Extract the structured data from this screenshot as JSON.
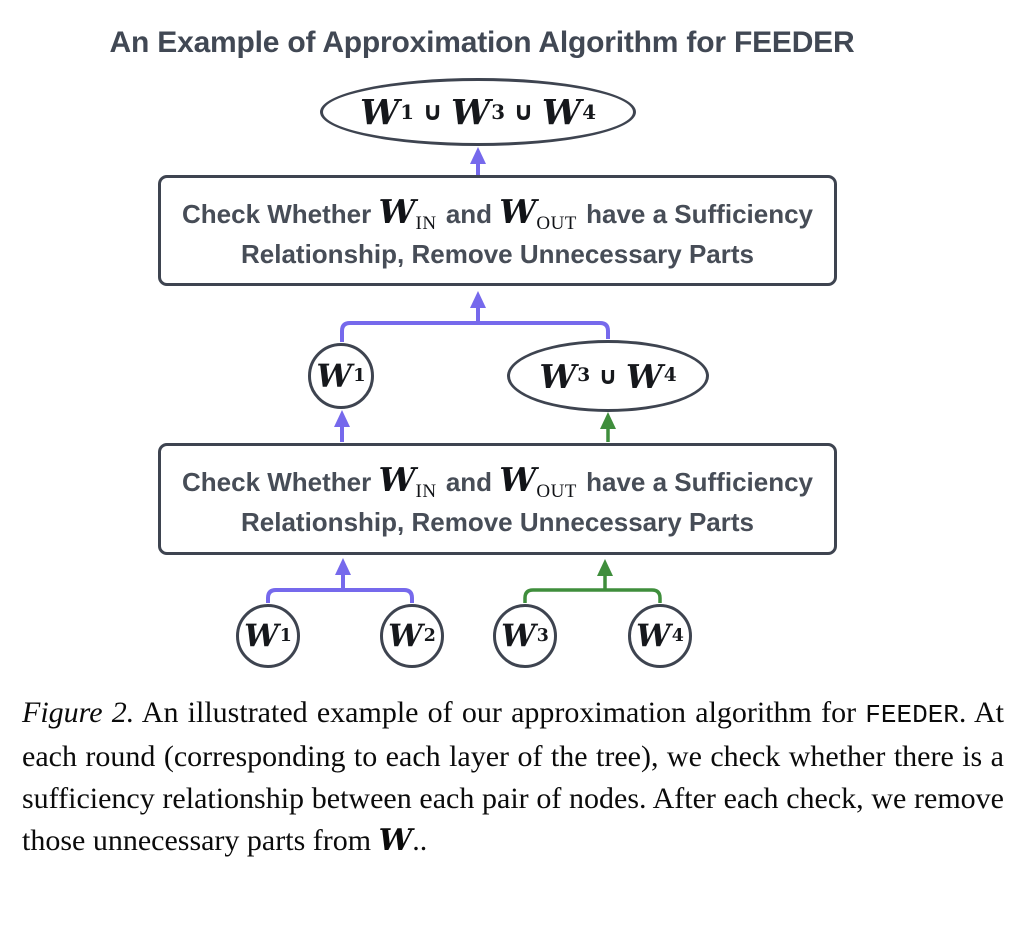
{
  "title": "An Example of Approximation Algorithm for FEEDER",
  "colors": {
    "purple": "#7669ec",
    "green": "#3f8e3c",
    "outline": "#3e4450",
    "title": "#414854",
    "box_text": "#474d57",
    "caption": "#0b0b0b"
  },
  "nodes": {
    "root": {
      "segments": [
        {
          "w": "W",
          "sub": "1"
        },
        {
          "sep": "∪"
        },
        {
          "w": "W",
          "sub": "3"
        },
        {
          "sep": "∪"
        },
        {
          "w": "W",
          "sub": "4"
        }
      ]
    },
    "mid_left": {
      "segments": [
        {
          "w": "W",
          "sub": "1"
        }
      ]
    },
    "mid_right": {
      "segments": [
        {
          "w": "W",
          "sub": "3"
        },
        {
          "sep": "∪"
        },
        {
          "w": "W",
          "sub": "4"
        }
      ]
    },
    "leaf_1": {
      "segments": [
        {
          "w": "W",
          "sub": "1"
        }
      ]
    },
    "leaf_2": {
      "segments": [
        {
          "w": "W",
          "sub": "2"
        }
      ]
    },
    "leaf_3": {
      "segments": [
        {
          "w": "W",
          "sub": "3"
        }
      ]
    },
    "leaf_4": {
      "segments": [
        {
          "w": "W",
          "sub": "4"
        }
      ]
    }
  },
  "process_box": {
    "line1": {
      "t1": "Check Whether ",
      "w1": "W",
      "sub1": "IN",
      "t2": " and ",
      "w2": "W",
      "sub2": "OUT",
      "t3": " have a Sufficiency"
    },
    "line2": "Relationship, Remove Unnecessary Parts"
  },
  "caption": {
    "figure_label": "Figure 2.",
    "text_1": " An illustrated example of our approximation algorithm for ",
    "feeder": "FEEDER",
    "text_2": ".  At each round (corresponding to each layer of the tree), we check whether there is a sufficiency relationship between each pair of nodes. After each check, we remove those unnecessary parts from ",
    "w": "W",
    "text_3": ".."
  }
}
